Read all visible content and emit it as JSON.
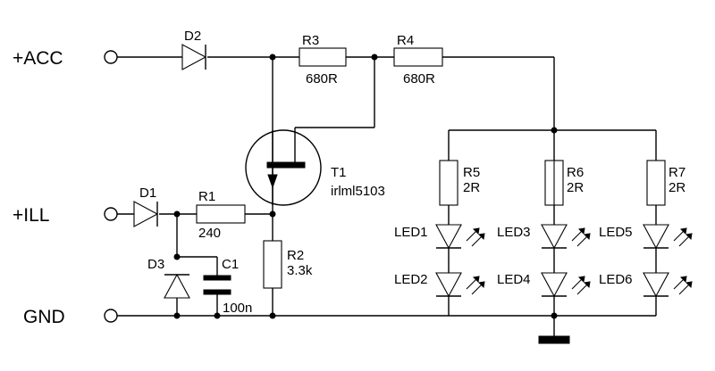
{
  "nets": {
    "acc": "+ACC",
    "ill": "+ILL",
    "gnd": "GND"
  },
  "components": {
    "d1": "D1",
    "d2": "D2",
    "d3": "D3",
    "r1": {
      "ref": "R1",
      "value": "240"
    },
    "r2": {
      "ref": "R2",
      "value": "3.3k"
    },
    "r3": {
      "ref": "R3",
      "value": "680R"
    },
    "r4": {
      "ref": "R4",
      "value": "680R"
    },
    "r5": {
      "ref": "R5",
      "value": "2R"
    },
    "r6": {
      "ref": "R6",
      "value": "2R"
    },
    "r7": {
      "ref": "R7",
      "value": "2R"
    },
    "c1": {
      "ref": "C1",
      "value": "100n"
    },
    "t1": {
      "ref": "T1",
      "value": "irlml5103"
    },
    "leds": [
      "LED1",
      "LED2",
      "LED3",
      "LED4",
      "LED5",
      "LED6"
    ]
  }
}
